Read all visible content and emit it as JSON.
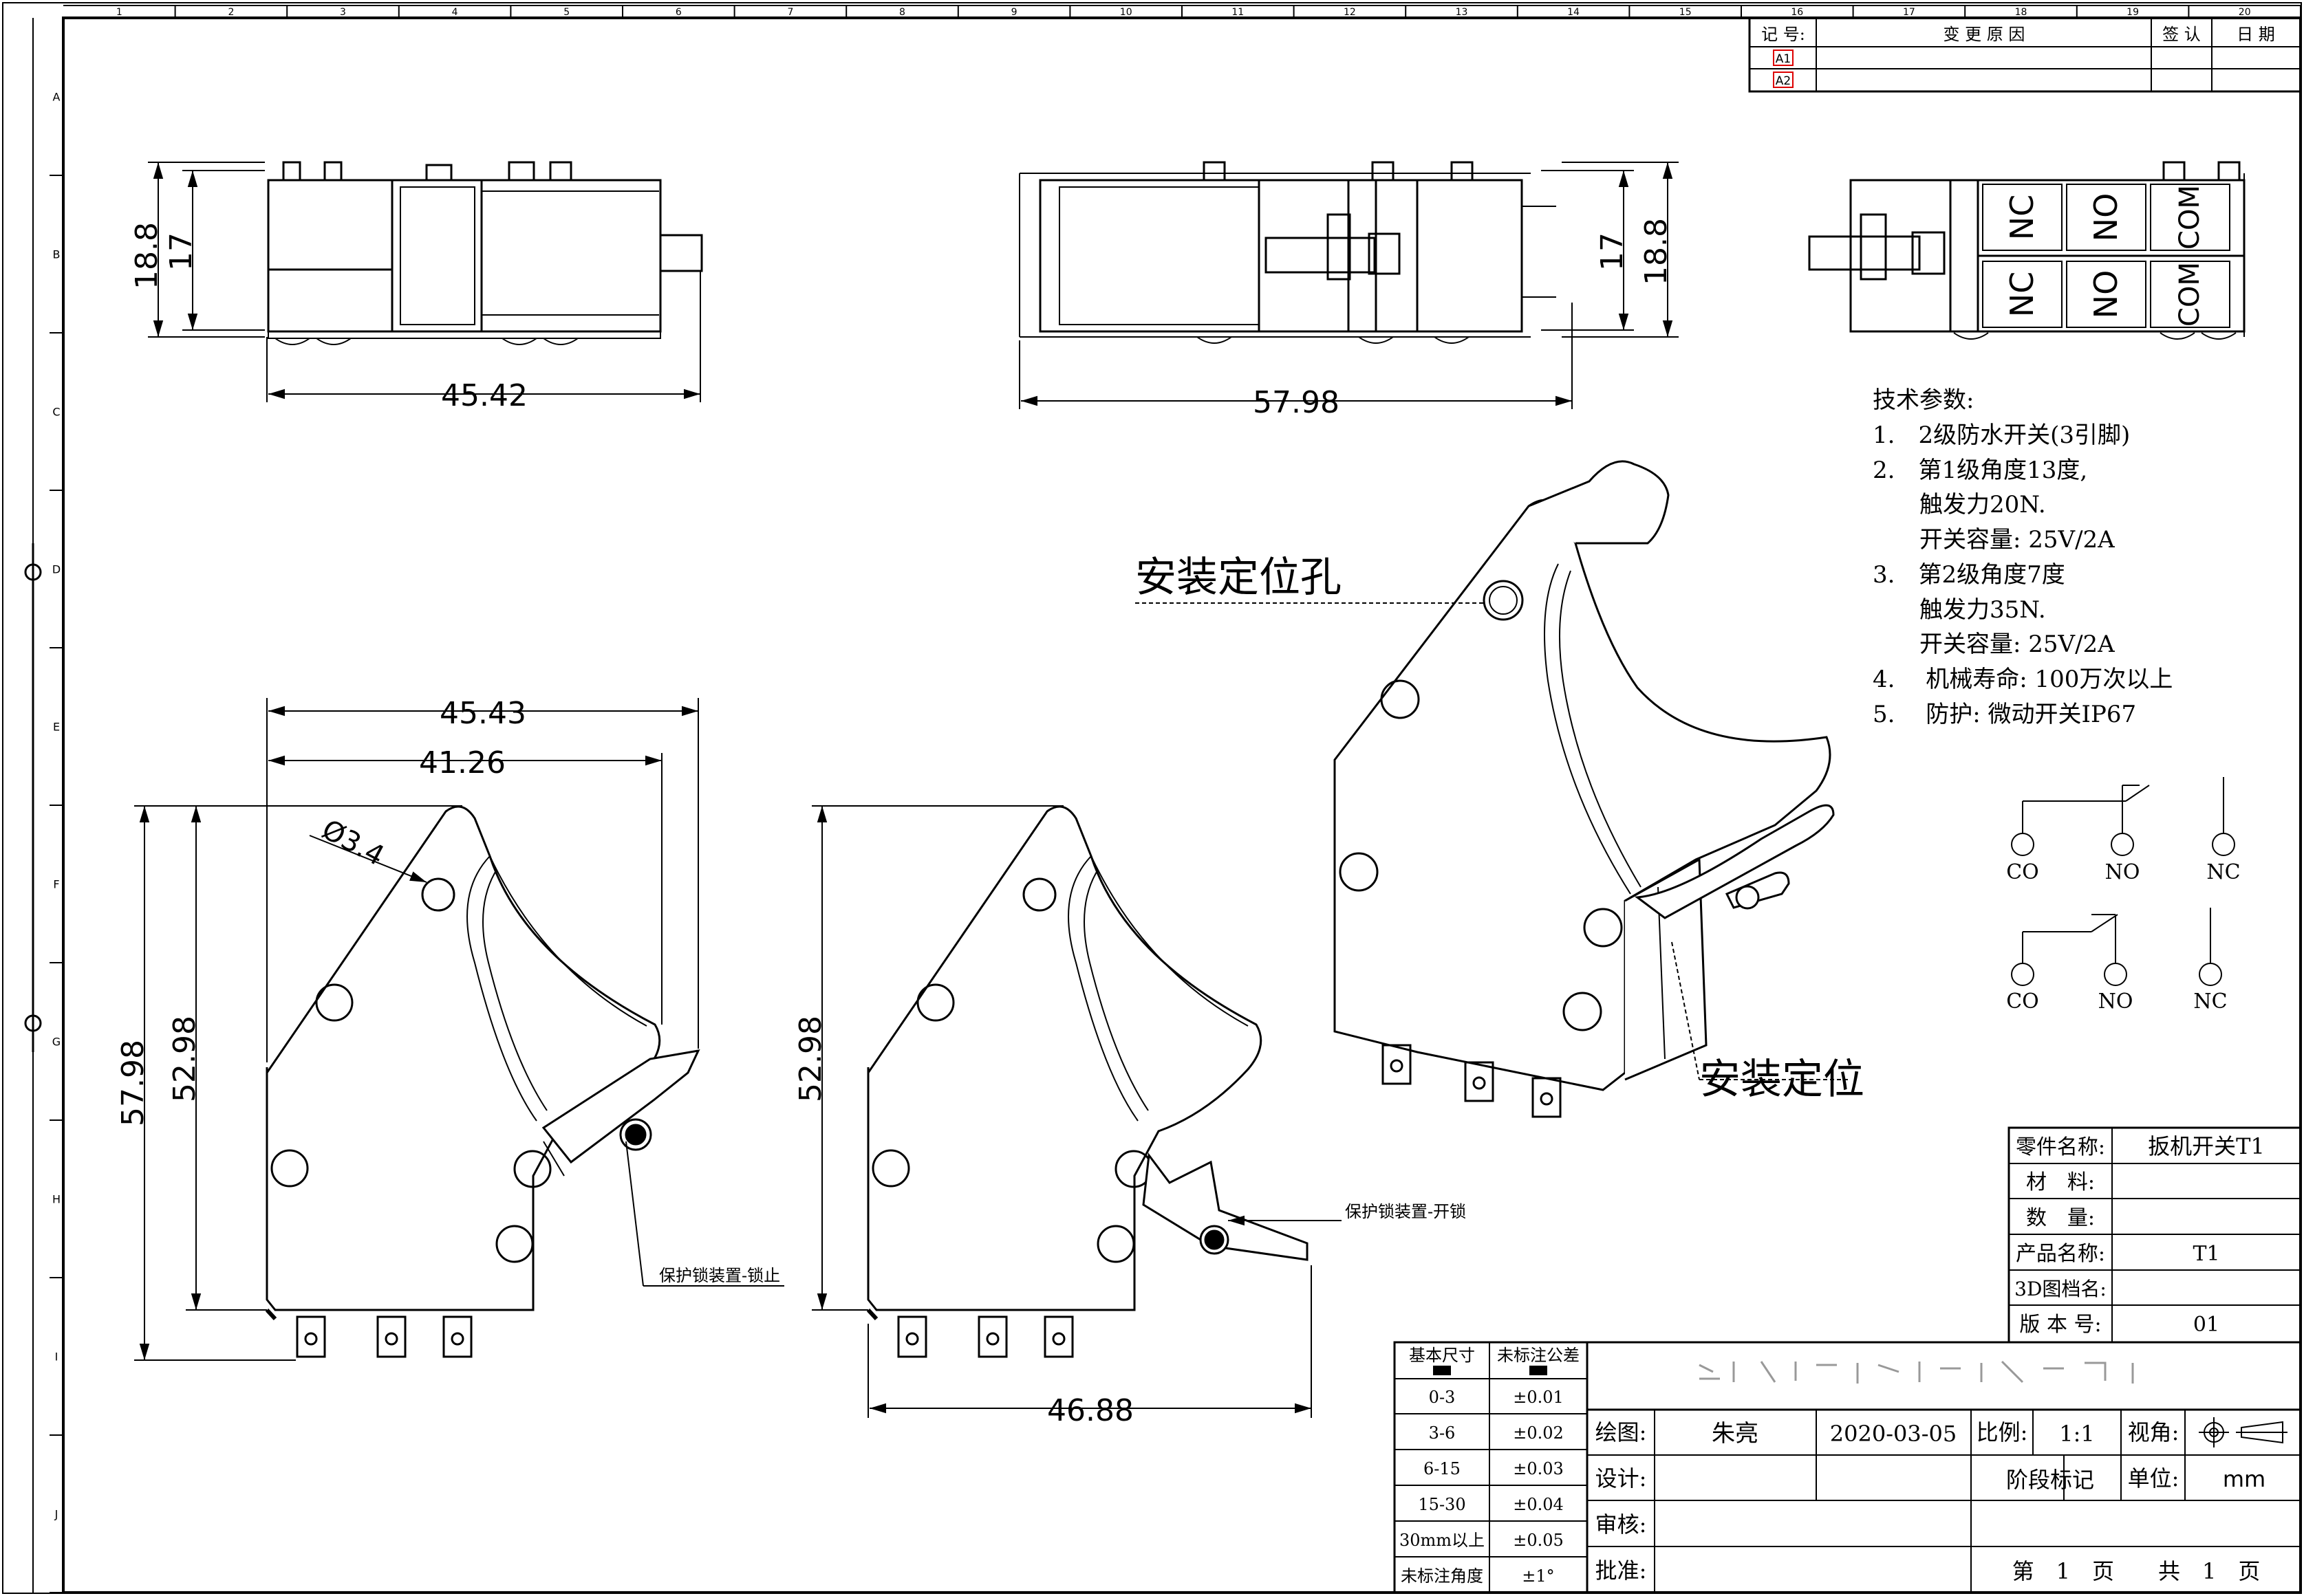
{
  "border": {
    "col_numbers": [
      "1",
      "2",
      "3",
      "4",
      "5",
      "6",
      "7",
      "8",
      "9",
      "10",
      "11",
      "12",
      "13",
      "14",
      "15",
      "16",
      "17",
      "18",
      "19",
      "20"
    ],
    "row_letters": [
      "A",
      "B",
      "C",
      "D",
      "E",
      "F",
      "G",
      "H",
      "I",
      "J"
    ]
  },
  "revision_table": {
    "headers": {
      "no": "记 号:",
      "reason": "变 更 原 因",
      "sign": "签 认",
      "date": "日 期"
    },
    "rows": [
      "A1",
      "A2"
    ]
  },
  "dimensions": {
    "top_left_width": "45.42",
    "top_left_h1": "18.8",
    "top_left_h2": "17",
    "top_mid_width": "57.98",
    "top_mid_h1": "17",
    "top_mid_h2": "18.8",
    "front_outer_width": "45.43",
    "front_inner_width": "41.26",
    "hole_dia": "Ø3.4",
    "front_height_outer": "57.98",
    "front_height_inner": "52.98",
    "second_height": "52.98",
    "second_width": "46.88"
  },
  "terminal_labels": [
    "NC",
    "NO",
    "COM"
  ],
  "callouts": {
    "mount_hole": "安装定位孔",
    "mount_pos": "安装定位",
    "lock_stop": "保护锁装置-锁止",
    "lock_open": "保护锁装置-开锁"
  },
  "tech_params": {
    "title": "技术参数:",
    "lines": [
      "1.　2级防水开关(3引脚)",
      "2.　第1级角度13度,",
      "　　触发力20N.",
      "　　开关容量: 25V/2A",
      "3.　第2级角度7度",
      "　　触发力35N.",
      "　　开关容量: 25V/2A",
      "4.　 机械寿命: 100万次以上",
      "5.　 防护: 微动开关IP67"
    ]
  },
  "schematic_labels": [
    "CO",
    "NO",
    "NC"
  ],
  "title_block": {
    "part_name_label": "零件名称:",
    "part_name": "扳机开关T1",
    "material_label": "材　料:",
    "material": "",
    "qty_label": "数　量:",
    "qty": "",
    "product_label": "产品名称:",
    "product": "T1",
    "model3d_label": "3D图档名:",
    "model3d": "",
    "version_label": "版 本 号:",
    "version": "01",
    "drawn_label": "绘图:",
    "drawn_by": "朱亮",
    "drawn_date": "2020-03-05",
    "scale_label": "比例:",
    "scale": "1:1",
    "view_label": "视角:",
    "design_label": "设计:",
    "stage_label": "阶段标记",
    "unit_label": "单位:",
    "unit": "mm",
    "review_label": "审核:",
    "approve_label": "批准:",
    "sheet": "第　1　页　　共　1　页"
  },
  "tolerance_table": {
    "headers": [
      "基本尺寸",
      "未标注公差"
    ],
    "header_units": [
      "mm",
      "mm"
    ],
    "rows": [
      [
        "0-3",
        "±0.01"
      ],
      [
        "3-6",
        "±0.02"
      ],
      [
        "6-15",
        "±0.03"
      ],
      [
        "15-30",
        "±0.04"
      ],
      [
        "30mm以上",
        "±0.05"
      ],
      [
        "未标注角度",
        "±1°"
      ]
    ]
  }
}
